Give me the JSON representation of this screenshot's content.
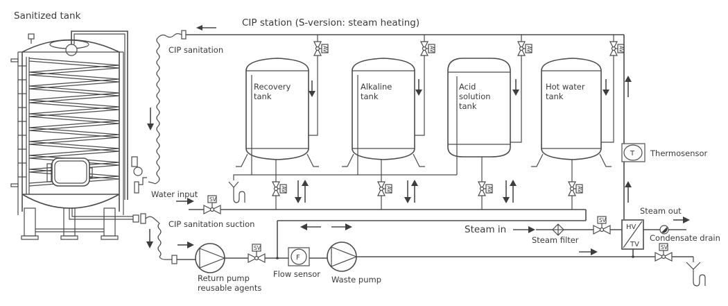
{
  "title": "CIP station (S-version: steam heating)",
  "colors": {
    "line": "#4a4a4a",
    "text": "#3a3a3a",
    "background": "#ffffff"
  },
  "labels": {
    "sanitized_tank": "Sanitized tank",
    "cip_sanitation": "CIP sanitation",
    "cip_sanitation_suction": "CIP sanitation suction",
    "water_input": "Water input",
    "steam_in": "Steam in",
    "steam_filter": "Steam filter",
    "steam_out": "Steam out",
    "condensate_drain": "Condensate drain",
    "thermosensor": "Thermosensor",
    "flow_sensor": "Flow sensor",
    "waste_pump": "Waste pump",
    "return_pump_line1": "Return pump",
    "return_pump_line2": "reusable agents"
  },
  "tanks": [
    {
      "line1": "Recovery",
      "line2": "tank",
      "line3": ""
    },
    {
      "line1": "Alkaline",
      "line2": "tank",
      "line3": ""
    },
    {
      "line1": "Acid",
      "line2": "solution",
      "line3": "tank"
    },
    {
      "line1": "Hot water",
      "line2": "tank",
      "line3": ""
    }
  ],
  "symbols": {
    "solenoid_valve": "SV",
    "air_valve": "AV",
    "thermo": "T",
    "flow": "F",
    "heat_exchanger_top": "HV",
    "heat_exchanger_bottom": "TV"
  }
}
